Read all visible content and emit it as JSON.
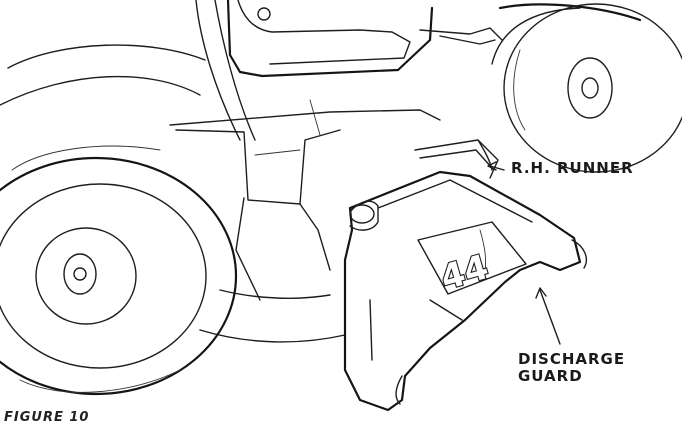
{
  "labels": {
    "rh_runner": "R.H. RUNNER",
    "discharge_guard_line1": "DISCHARGE",
    "discharge_guard_line2": "GUARD",
    "badge": "44",
    "figure_caption": "FIGURE 10"
  }
}
